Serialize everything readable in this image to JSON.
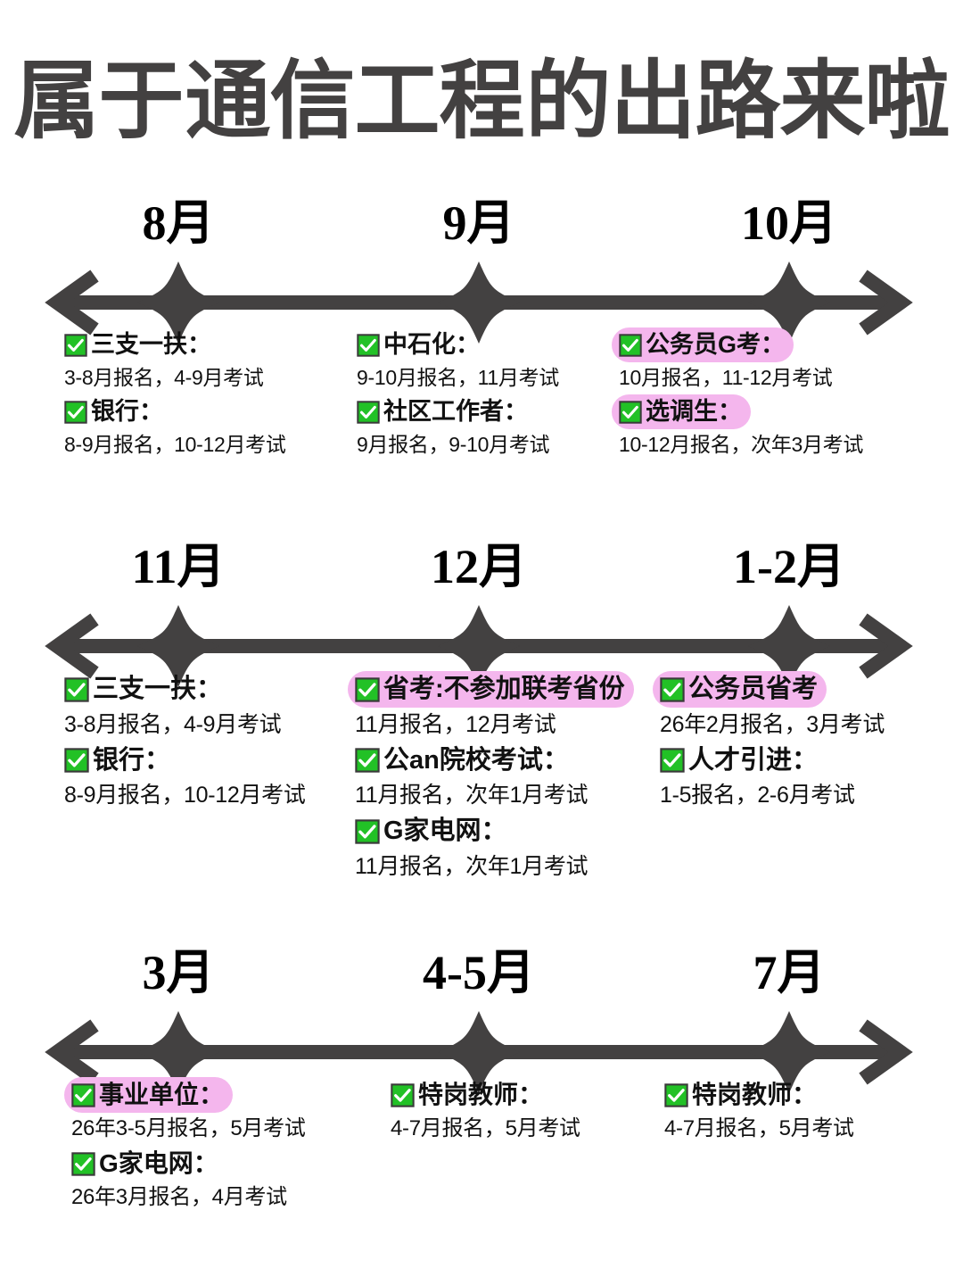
{
  "title": {
    "prefix": "属于",
    "highlight": "通信工程",
    "suffix": "的出路来啦",
    "highlight_color": "#F58DF5",
    "text_color": "#434141"
  },
  "theme": {
    "axis_color": "#434141",
    "check_green": "#22C126",
    "pink_highlight": "#F4B6ED"
  },
  "icons": {
    "check": "check-square-icon",
    "arrow_left": "arrow-left-icon",
    "arrow_right": "arrow-right-icon",
    "star": "four-point-star-icon"
  },
  "sections": [
    {
      "id": "section-1",
      "months": [
        "8月",
        "9月",
        "10月"
      ],
      "columns": [
        {
          "entries": [
            {
              "name": "三支一扶：",
              "detail": "3-8月报名，4-9月考试",
              "highlighted": false
            },
            {
              "name": "银行：",
              "detail": "8-9月报名，10-12月考试",
              "highlighted": false
            }
          ]
        },
        {
          "entries": [
            {
              "name": "中石化：",
              "detail": "9-10月报名，11月考试",
              "highlighted": false
            },
            {
              "name": "社区工作者：",
              "detail": "9月报名，9-10月考试",
              "highlighted": false
            }
          ]
        },
        {
          "entries": [
            {
              "name": "公务员G考：",
              "detail": "10月报名，11-12月考试",
              "highlighted": true
            },
            {
              "name": "选调生：",
              "detail": "10-12月报名，次年3月考试",
              "highlighted": true
            }
          ]
        }
      ]
    },
    {
      "id": "section-2",
      "months": [
        "11月",
        "12月",
        "1-2月"
      ],
      "columns": [
        {
          "entries": [
            {
              "name": "三支一扶：",
              "detail": "3-8月报名，4-9月考试",
              "highlighted": false
            },
            {
              "name": "银行：",
              "detail": "8-9月报名，10-12月考试",
              "highlighted": false
            }
          ]
        },
        {
          "entries": [
            {
              "name": "省考:不参加联考省份",
              "detail": "11月报名，12月考试",
              "highlighted": true
            },
            {
              "name": "公an院校考试：",
              "detail": "11月报名，次年1月考试",
              "highlighted": false
            },
            {
              "name": "G家电网：",
              "detail": "11月报名，次年1月考试",
              "highlighted": false
            }
          ]
        },
        {
          "entries": [
            {
              "name": "公务员省考",
              "detail": "26年2月报名，3月考试",
              "highlighted": true
            },
            {
              "name": "人才引进：",
              "detail": "1-5报名，2-6月考试",
              "highlighted": false
            }
          ]
        }
      ]
    },
    {
      "id": "section-3",
      "months": [
        "3月",
        "4-5月",
        "7月"
      ],
      "columns": [
        {
          "entries": [
            {
              "name": "事业单位：",
              "detail": "26年3-5月报名，5月考试",
              "highlighted": true
            },
            {
              "name": "G家电网：",
              "detail": "26年3月报名，4月考试",
              "highlighted": false
            }
          ]
        },
        {
          "entries": [
            {
              "name": "特岗教师：",
              "detail": "4-7月报名，5月考试",
              "highlighted": false
            }
          ]
        },
        {
          "entries": [
            {
              "name": "特岗教师：",
              "detail": "4-7月报名，5月考试",
              "highlighted": false
            }
          ]
        }
      ]
    }
  ]
}
